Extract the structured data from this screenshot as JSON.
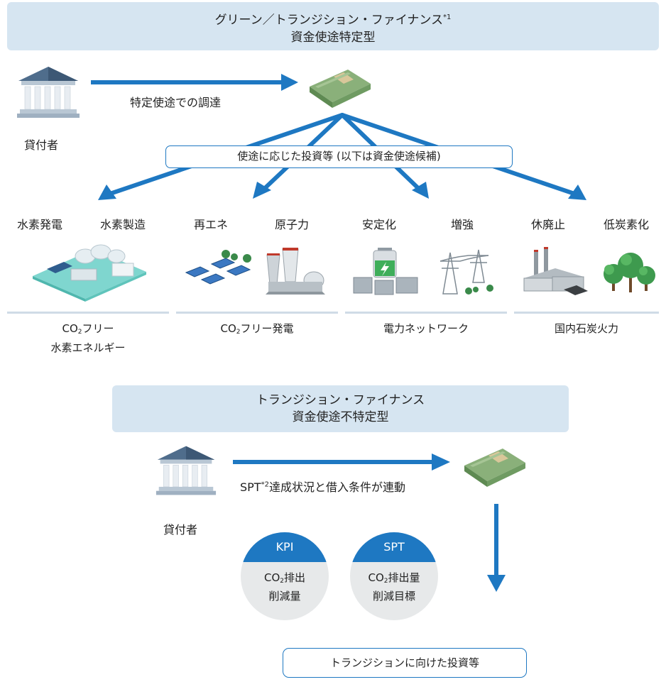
{
  "top": {
    "banner_line1": "グリーン／トランジション・ファイナンス",
    "banner_note": "*1",
    "banner_line2": "資金使途特定型",
    "lender_label": "貸付者",
    "flow_label": "特定使途での調達",
    "pill_label": "使途に応じた投資等 (以下は資金使途候補)",
    "candidates": [
      "水素発電",
      "水素製造",
      "再エネ",
      "原子力",
      "安定化",
      "増強",
      "休廃止",
      "低炭素化"
    ],
    "categories": [
      {
        "line1_pre": "CO",
        "line1_sub": "2",
        "line1_post": "フリー",
        "line2": "水素エネルギー"
      },
      {
        "line1_pre": "CO",
        "line1_sub": "2",
        "line1_post": "フリー発電",
        "line2": ""
      },
      {
        "line1_pre": "",
        "line1_sub": "",
        "line1_post": "電力ネットワーク",
        "line2": ""
      },
      {
        "line1_pre": "",
        "line1_sub": "",
        "line1_post": "国内石炭火力",
        "line2": ""
      }
    ]
  },
  "bottom": {
    "banner_line1": "トランジション・ファイナンス",
    "banner_line2": "資金使途不特定型",
    "lender_label": "貸付者",
    "flow_pre": "SPT",
    "flow_note": "*2",
    "flow_post": "達成状況と借入条件が連動",
    "kpi": {
      "cap": "KPI",
      "l1_pre": "CO",
      "l1_sub": "2",
      "l1_post": "排出",
      "l2": "削減量"
    },
    "spt": {
      "cap": "SPT",
      "l1_pre": "CO",
      "l1_sub": "2",
      "l1_post": "排出量",
      "l2": "削減目標"
    },
    "result_label": "トランジションに向けた投資等"
  },
  "icons": {
    "bank": "bank-icon",
    "money": "money-stack-icon",
    "hydrogen": "hydrogen-plant-icon",
    "solar": "solar-panel-icon",
    "nuclear": "nuclear-plant-icon",
    "battery": "battery-storage-icon",
    "transmission": "transmission-tower-icon",
    "coal": "coal-plant-icon",
    "forest": "forest-icon"
  },
  "colors": {
    "accent": "#1e78c2",
    "banner_bg": "#d6e5f1",
    "circle_bg": "#e7e9ea",
    "rule": "#cfdbe6"
  }
}
